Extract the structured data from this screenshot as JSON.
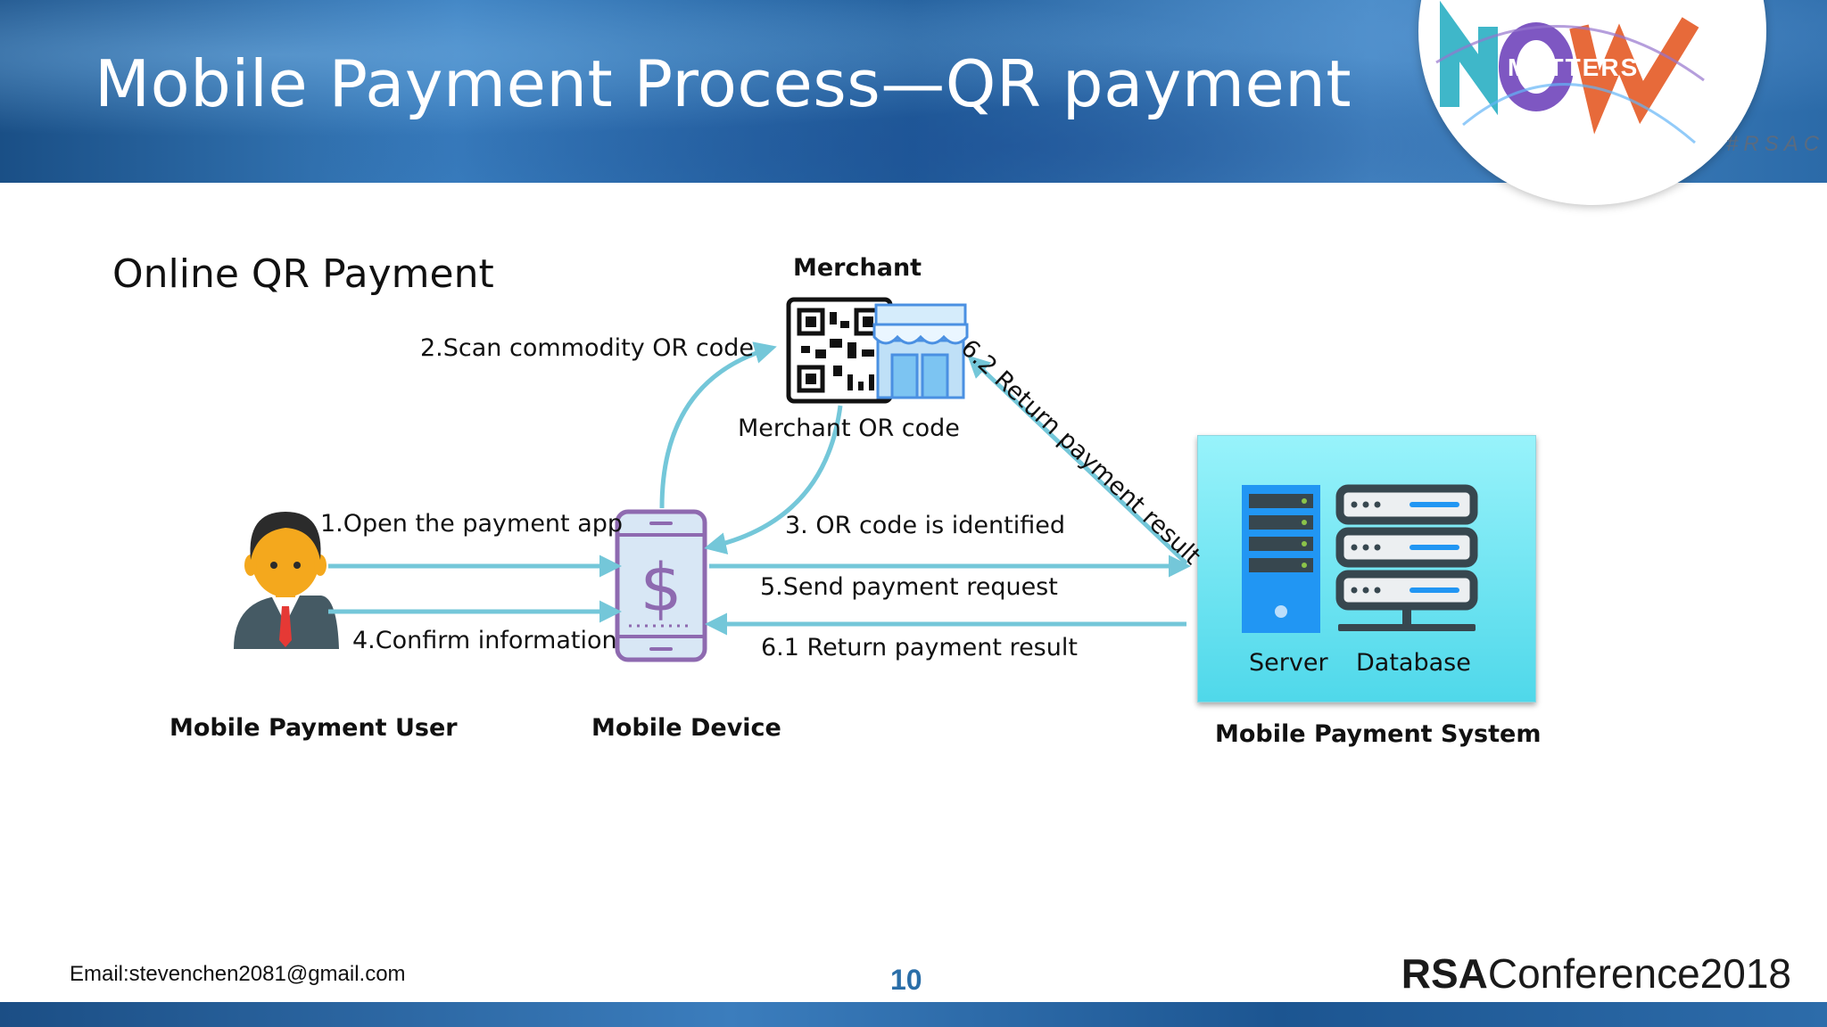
{
  "slide": {
    "title": "Mobile Payment Process—QR payment",
    "section_title": "Online QR Payment",
    "page_number": "10",
    "email": "Email:stevenchen2081@gmail.com",
    "logo": {
      "rsa": "RSA",
      "conference": "Conference2018"
    },
    "badge": {
      "text": "MATTERS",
      "hashtag": "#RSAC"
    }
  },
  "actors": {
    "merchant": "Merchant",
    "merchant_qr": "Merchant OR code",
    "user": "Mobile Payment User",
    "device": "Mobile Device",
    "system": "Mobile Payment System",
    "server": "Server",
    "database": "Database"
  },
  "steps": {
    "s1": "1.Open the payment app",
    "s2": "2.Scan commodity OR code",
    "s3": "3. OR code is identified",
    "s4": "4.Confirm information",
    "s5": "5.Send payment request",
    "s61": "6.1 Return payment result",
    "s62": "6.2 Return payment result"
  },
  "colors": {
    "arrow": "#74c7d9",
    "system_box": "#5fdcec",
    "server": "#2196f3",
    "database": "#37474f",
    "phone": "#8e6ab0",
    "page_number": "#2a6ea8"
  }
}
